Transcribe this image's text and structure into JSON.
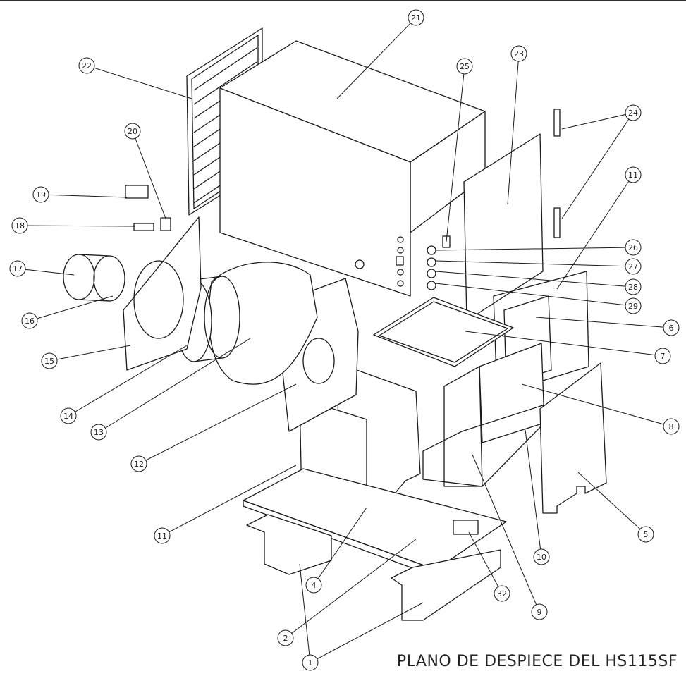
{
  "title": "PLANO DE DESPIECE DEL HS115SF",
  "callouts": [
    "1",
    "2",
    "4",
    "5",
    "6",
    "7",
    "8",
    "9",
    "10",
    "11",
    "11",
    "12",
    "13",
    "14",
    "15",
    "16",
    "17",
    "18",
    "19",
    "20",
    "21",
    "22",
    "23",
    "24",
    "25",
    "26",
    "27",
    "28",
    "29",
    "32"
  ],
  "colors": {
    "line": "#1a1a1a",
    "fill": "#ffffff",
    "hatch": "#444444"
  }
}
